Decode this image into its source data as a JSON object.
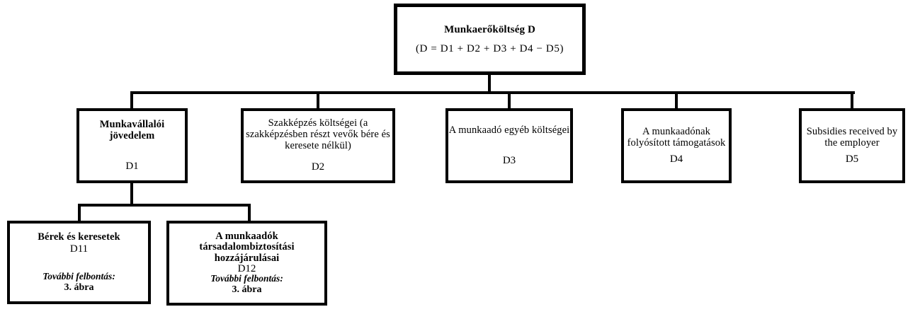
{
  "diagram": {
    "title_text": "Munkaerőköltség D",
    "root": {
      "title": "Munkaerőköltség D",
      "formula": "(D = D1 + D2 + D3 + D4 − D5)"
    },
    "level1": [
      {
        "title": "Munkavállalói jövedelem",
        "code": "D1",
        "bold": true
      },
      {
        "title": "Szakképzés költségei (a szakképzésben részt vevők bére és keresete nélkül)",
        "code": "D2",
        "bold": false
      },
      {
        "title": "A munkaadó egyéb költségei",
        "code": "D3",
        "bold": false
      },
      {
        "title": "A munkaadónak folyósított támogatások",
        "code": "D4",
        "bold": false
      },
      {
        "title": "Subsidies received by the employer",
        "code": "D5",
        "bold": false
      }
    ],
    "level2": [
      {
        "title": "Bérek és keresetek",
        "code": "D11",
        "note_label": "További felbontás:",
        "note_ref": "3. ábra"
      },
      {
        "title": "A munkaadók társadalombiztosítási hozzájárulásai",
        "code": "D12",
        "note_label": "További felbontás:",
        "note_ref": "3. ábra"
      }
    ],
    "colors": {
      "line": "#000000",
      "box_border": "#000000",
      "box_fill": "#ffffff",
      "text": "#000000"
    }
  }
}
